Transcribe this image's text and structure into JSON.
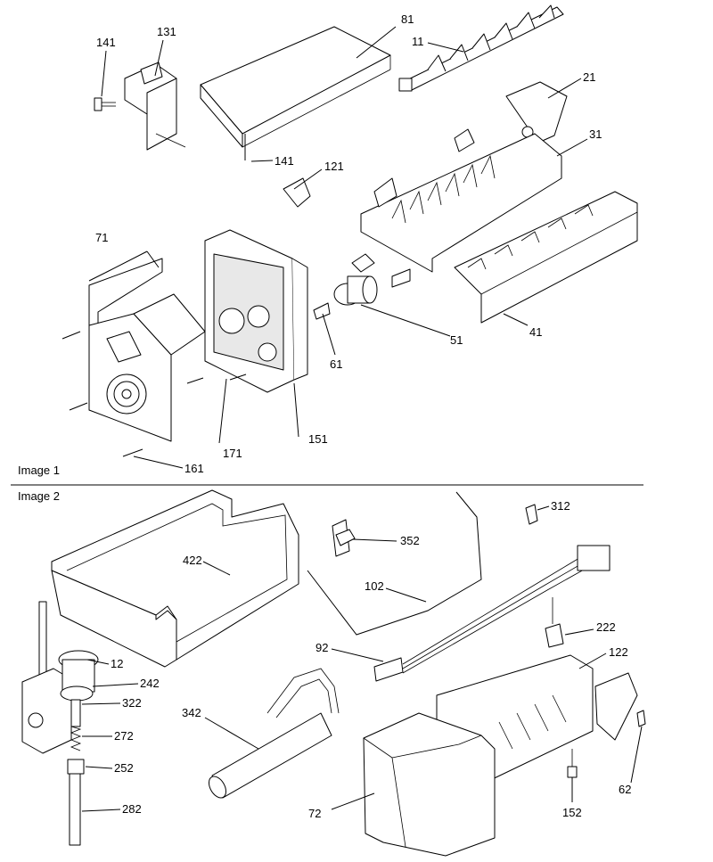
{
  "image1": {
    "caption": "Image 1",
    "parts": {
      "p141a": "141",
      "p131": "131",
      "p81": "81",
      "p11": "11",
      "p21": "21",
      "p31": "31",
      "p141b": "141",
      "p121": "121",
      "p71": "71",
      "p51": "51",
      "p61": "61",
      "p41": "41",
      "p171": "171",
      "p151": "151",
      "p161": "161"
    }
  },
  "image2": {
    "caption": "Image 2",
    "parts": {
      "p312": "312",
      "p352": "352",
      "p422": "422",
      "p102": "102",
      "p222": "222",
      "p92": "92",
      "p122": "122",
      "p12": "12",
      "p242": "242",
      "p322": "322",
      "p342": "342",
      "p272": "272",
      "p252": "252",
      "p282": "282",
      "p62": "62",
      "p152": "152",
      "p72": "72"
    }
  }
}
